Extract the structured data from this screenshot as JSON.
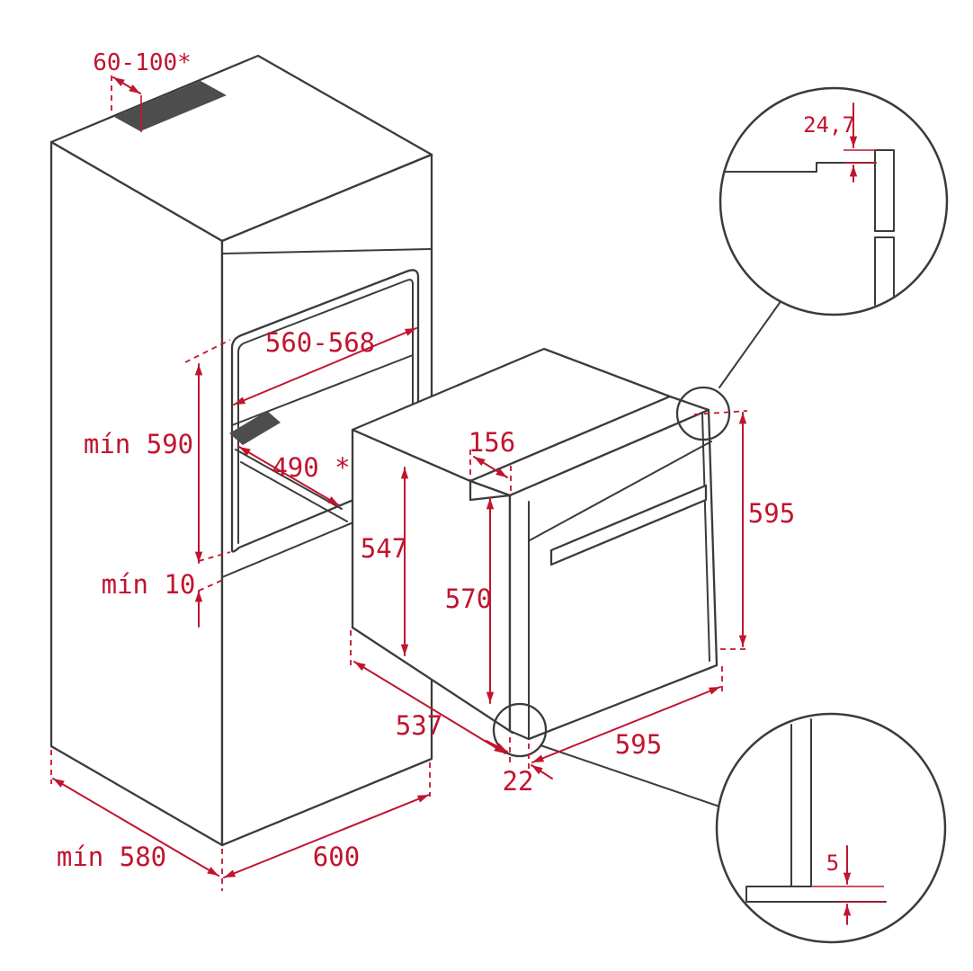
{
  "colors": {
    "dimension_red": "#c1142f",
    "line_dark": "#3b3b3b",
    "vent_slot_fill": "#4d4d4d",
    "background": "#ffffff"
  },
  "cabinet": {
    "top_vent": "60-100*",
    "niche_width": "560-568",
    "niche_depth": "490 *",
    "niche_min_height": "mín 590",
    "bottom_vent_min": "mín 10",
    "min_depth": "mín 580",
    "width": "600"
  },
  "oven": {
    "control_panel_depth": "156",
    "body_height": "547",
    "rear_height": "570",
    "front_panel_height": "595",
    "front_panel_width": "595",
    "body_depth": "537",
    "door_protrusion": "22"
  },
  "detail_top": {
    "front_frame_overhang": "24,7"
  },
  "detail_bottom": {
    "bottom_clearance": "5"
  }
}
